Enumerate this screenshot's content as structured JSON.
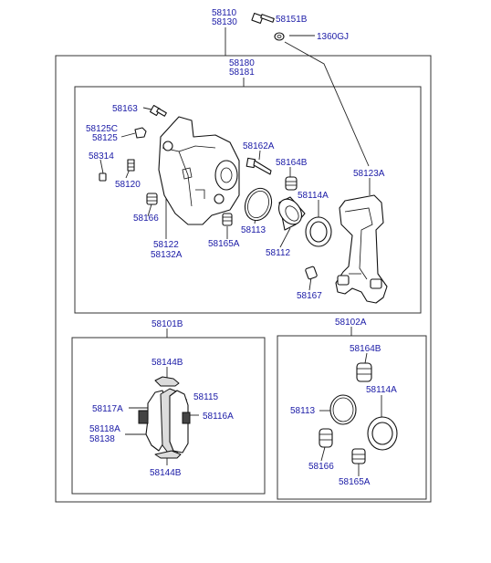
{
  "labels": {
    "p58110": "58110",
    "p58130": "58130",
    "p58151B": "58151B",
    "p1360GJ": "1360GJ",
    "p58180": "58180",
    "p58181": "58181",
    "p58163": "58163",
    "p58125C": "58125C",
    "p58125": "58125",
    "p58314": "58314",
    "p58120": "58120",
    "p58166": "58166",
    "p58122": "58122",
    "p58132A": "58132A",
    "p58162A": "58162A",
    "p58164B": "58164B",
    "p58114A": "58114A",
    "p58123A": "58123A",
    "p58113": "58113",
    "p58165A": "58165A",
    "p58112": "58112",
    "p58167": "58167",
    "p58101B": "58101B",
    "p58102A": "58102A",
    "k_58144B_top": "58144B",
    "k_58117A": "58117A",
    "k_58115": "58115",
    "k_58116A": "58116A",
    "k_58118A": "58118A",
    "k_58138": "58138",
    "k_58144B_bot": "58144B",
    "s_58164B": "58164B",
    "s_58114A": "58114A",
    "s_58113": "58113",
    "s_58166": "58166",
    "s_58165A": "58165A"
  },
  "colors": {
    "label": "#1a1aa6",
    "line": "#222222",
    "frame": "#333333"
  }
}
